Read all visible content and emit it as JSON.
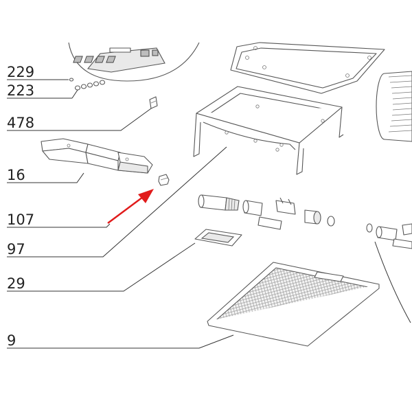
{
  "callouts": [
    {
      "id": "c229",
      "label": "229"
    },
    {
      "id": "c223",
      "label": "223"
    },
    {
      "id": "c478",
      "label": "478"
    },
    {
      "id": "c16",
      "label": "16"
    },
    {
      "id": "c107",
      "label": "107"
    },
    {
      "id": "c97",
      "label": "97"
    },
    {
      "id": "c29",
      "label": "29"
    },
    {
      "id": "c9",
      "label": "9"
    }
  ],
  "colors": {
    "highlight_arrow": "#e11b1b",
    "line": "#333333",
    "part_outline": "#555555",
    "mesh": "#9a9a9a"
  }
}
